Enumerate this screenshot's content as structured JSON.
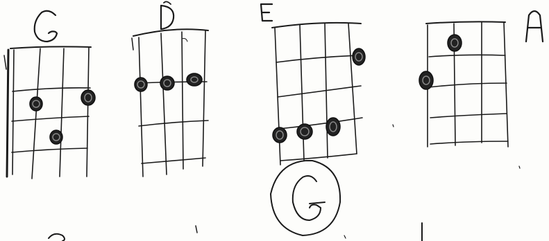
{
  "chords": [
    {
      "name": "G"
    },
    {
      "name": "D"
    },
    {
      "name": "E"
    },
    {
      "name": "A"
    }
  ],
  "circled_chord": "G",
  "colors": {
    "ink": "#1a1a1a",
    "paper": "#fdfdfb"
  }
}
